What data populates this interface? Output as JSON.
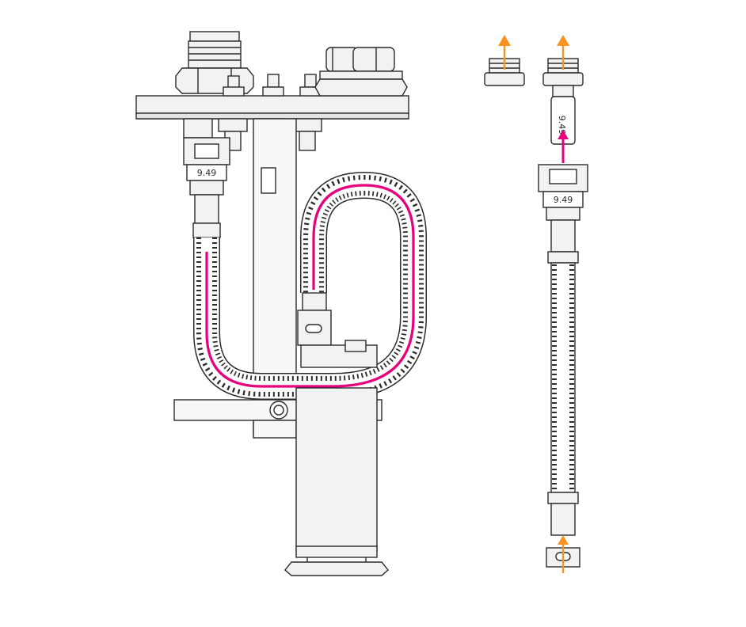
{
  "labels": {
    "left_fitting": "9.49",
    "right_fitting": "9.49",
    "right_tube": "9.49"
  },
  "colors": {
    "flow_path": "#e6007e",
    "arrow": "#f7931e",
    "outline": "#2b2b2b",
    "fill": "#f2f2f2"
  },
  "icons": {
    "flow": "flow-arrow-icon",
    "direction": "up-arrow-icon"
  }
}
